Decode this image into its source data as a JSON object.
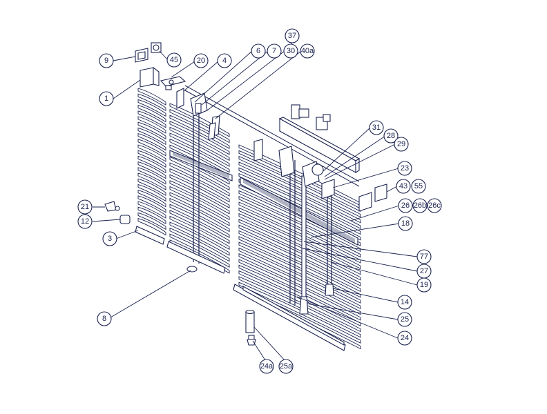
{
  "colors": {
    "ink": "#1b2350",
    "background": "#ffffff"
  },
  "callouts": [
    {
      "id": "c-37",
      "label": "37"
    },
    {
      "id": "c-9",
      "label": "9"
    },
    {
      "id": "c-45",
      "label": "45"
    },
    {
      "id": "c-20",
      "label": "20"
    },
    {
      "id": "c-4",
      "label": "4"
    },
    {
      "id": "c-6",
      "label": "6"
    },
    {
      "id": "c-7",
      "label": "7"
    },
    {
      "id": "c-30",
      "label": "30"
    },
    {
      "id": "c-40a",
      "label": "40a"
    },
    {
      "id": "c-1",
      "label": "1"
    },
    {
      "id": "c-31",
      "label": "31"
    },
    {
      "id": "c-28",
      "label": "28"
    },
    {
      "id": "c-29",
      "label": "29"
    },
    {
      "id": "c-23",
      "label": "23"
    },
    {
      "id": "c-43",
      "label": "43"
    },
    {
      "id": "c-55",
      "label": "55"
    },
    {
      "id": "c-26",
      "label": "26"
    },
    {
      "id": "c-26b",
      "label": "26b"
    },
    {
      "id": "c-26c",
      "label": "26c"
    },
    {
      "id": "c-21",
      "label": "21"
    },
    {
      "id": "c-12",
      "label": "12"
    },
    {
      "id": "c-18",
      "label": "18"
    },
    {
      "id": "c-3",
      "label": "3"
    },
    {
      "id": "c-77",
      "label": "77"
    },
    {
      "id": "c-27",
      "label": "27"
    },
    {
      "id": "c-19",
      "label": "19"
    },
    {
      "id": "c-14",
      "label": "14"
    },
    {
      "id": "c-25",
      "label": "25"
    },
    {
      "id": "c-8",
      "label": "8"
    },
    {
      "id": "c-24",
      "label": "24"
    },
    {
      "id": "c-24a",
      "label": "24a"
    },
    {
      "id": "c-25a",
      "label": "25a"
    }
  ]
}
